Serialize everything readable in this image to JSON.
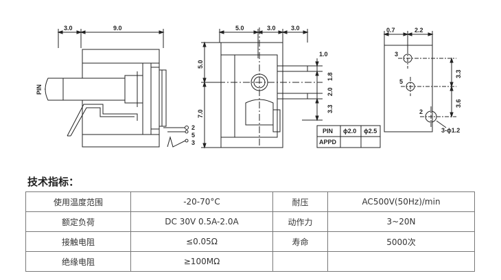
{
  "drawing": {
    "side_view": {
      "dim_left": "3.0",
      "dim_right": "9.0",
      "pin_label": "PIN",
      "pin_numbers": [
        "2",
        "5",
        "3"
      ]
    },
    "front_view": {
      "dim_top": [
        "5.0",
        "3.0",
        "3.0"
      ],
      "dim_left": [
        "5.0",
        "7.0"
      ],
      "dim_right": [
        "1.0",
        "1.8",
        "2.0",
        "3.3"
      ]
    },
    "pin_table": {
      "headers": [
        "PIN",
        "ɸ2.0",
        "ɸ2.5"
      ],
      "row_label": "APPD"
    },
    "footprint": {
      "dim_top": [
        "0.7",
        "2.2"
      ],
      "dim_right": [
        "3.3",
        "3.6"
      ],
      "holes": [
        "3",
        "5",
        "2"
      ],
      "hole_note": "3-ɸ1.2"
    }
  },
  "specs": {
    "title": "技术指标：",
    "rows": [
      [
        "使用温度范围",
        "-20-70°C",
        "耐压",
        "AC500V(50Hz)/min"
      ],
      [
        "额定负荷",
        "DC 30V 0.5A-2.0A",
        "动作力",
        "3~20N"
      ],
      [
        "接触电阻",
        "≤0.05Ω",
        "寿命",
        "5000次"
      ],
      [
        "绝缘电阻",
        "≥100MΩ",
        "",
        ""
      ]
    ]
  }
}
